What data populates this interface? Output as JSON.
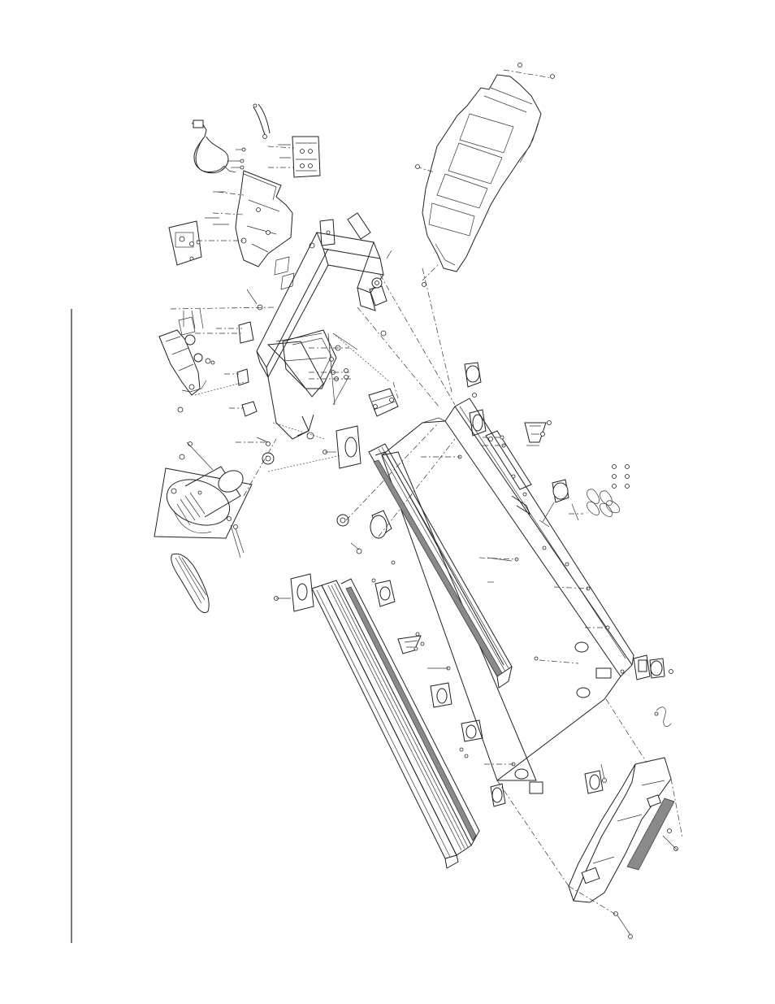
{
  "figure": {
    "type": "exploded-parts-diagram",
    "has_visible_text": false,
    "left_rule": true
  },
  "parts": [
    {
      "name": "power-cord"
    },
    {
      "name": "wire-harness"
    },
    {
      "name": "motor-bracket"
    },
    {
      "name": "controller-board"
    },
    {
      "name": "incline-motor"
    },
    {
      "name": "drive-motor"
    },
    {
      "name": "drive-belt"
    },
    {
      "name": "frame"
    },
    {
      "name": "motor-hood"
    },
    {
      "name": "front-roller"
    },
    {
      "name": "walking-deck"
    },
    {
      "name": "side-rail-upper"
    },
    {
      "name": "side-rail-lower"
    },
    {
      "name": "rear-roller"
    },
    {
      "name": "rear-endcap"
    },
    {
      "name": "rear-foot"
    },
    {
      "name": "hardware-fasteners"
    }
  ]
}
